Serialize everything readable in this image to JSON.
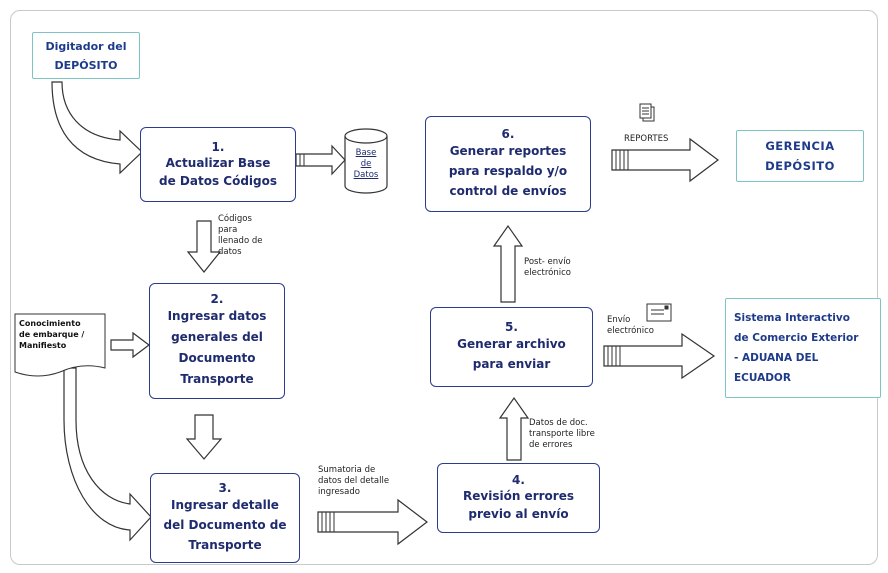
{
  "actors": {
    "digitador": "Digitador del\nDEPÓSITO",
    "gerencia": "GERENCIA\nDEPÓSITO",
    "sistema": "Sistema Interactivo\nde Comercio Exterior\n- ADUANA DEL\nECUADOR"
  },
  "document": "Conocimiento\nde embarque /\nManifiesto",
  "database": "Base\nde\nDatos",
  "steps": [
    {
      "num": "1.",
      "text": "Actualizar Base\nde Datos Códigos"
    },
    {
      "num": "2.",
      "text": "Ingresar datos\ngenerales del\nDocumento\nTransporte"
    },
    {
      "num": "3.",
      "text": "Ingresar detalle\ndel  Documento de\nTransporte"
    },
    {
      "num": "4.",
      "text": "Revisión errores\nprevio al envío"
    },
    {
      "num": "5.",
      "text": "Generar archivo\npara enviar"
    },
    {
      "num": "6.",
      "text": "Generar reportes\npara respaldo y/o\ncontrol de envíos"
    }
  ],
  "labels": {
    "codigos": "Códigos\npara\nllenado de\ndatos",
    "sumatoria": "Sumatoria de\ndatos del detalle\ningresado",
    "datos_doc": "Datos de doc.\ntransporte libre\nde errores",
    "post_envio": "Post- envío\nelectrónico",
    "reportes": "REPORTES",
    "envio": "Envío\nelectrónico"
  },
  "colors": {
    "step_border": "#2b3c8f",
    "actor_border": "#7fc4c4",
    "text": "#1e2b6e"
  }
}
